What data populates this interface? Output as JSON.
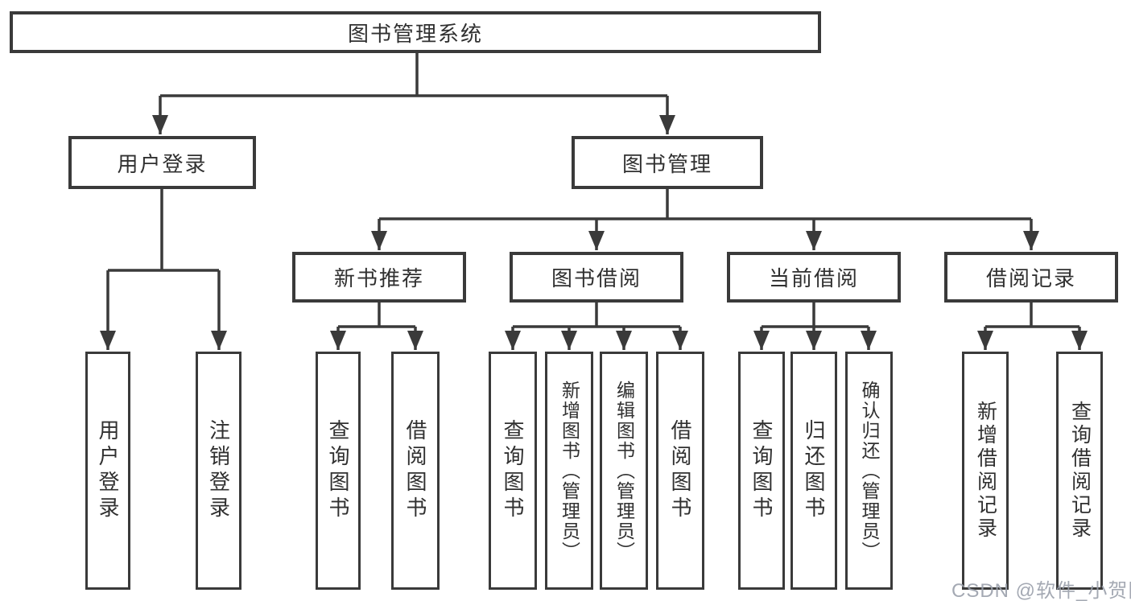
{
  "diagram": {
    "root": {
      "label": "图书管理系统"
    },
    "branches": [
      {
        "label": "用户登录",
        "children": [
          {
            "label": "用户登录"
          },
          {
            "label": "注销登录"
          }
        ]
      },
      {
        "label": "图书管理",
        "children": [
          {
            "label": "新书推荐",
            "children": [
              {
                "label": "查询图书"
              },
              {
                "label": "借阅图书"
              }
            ]
          },
          {
            "label": "图书借阅",
            "children": [
              {
                "label": "查询图书"
              },
              {
                "label": "新增图书（管理员）"
              },
              {
                "label": "编辑图书（管理员）"
              },
              {
                "label": "借阅图书"
              }
            ]
          },
          {
            "label": "当前借阅",
            "children": [
              {
                "label": "查询图书"
              },
              {
                "label": "归还图书"
              },
              {
                "label": "确认归还（管理员）"
              }
            ]
          },
          {
            "label": "借阅记录",
            "children": [
              {
                "label": "新增借阅记录"
              },
              {
                "label": "查询借阅记录"
              }
            ]
          }
        ]
      }
    ],
    "watermark": "CSDN @软件_小贺同学",
    "colors": {
      "line": "#3a3a3a",
      "text": "#303030",
      "watermark": "#9aa0ab",
      "background": "#ffffff"
    }
  }
}
